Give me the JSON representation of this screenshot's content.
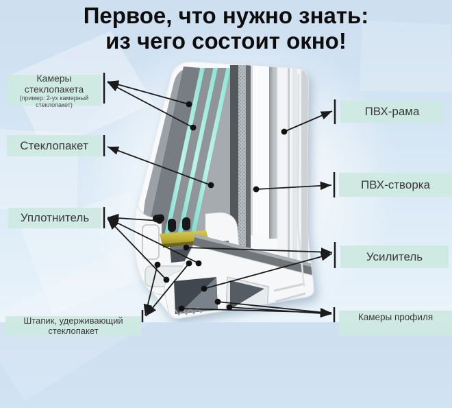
{
  "title": {
    "line1": "Первое, что нужно знать:",
    "line2": "из чего состоит окно!"
  },
  "labels": {
    "glass_chambers": {
      "text": "Камеры стеклопакета",
      "subtext": "(пример: 2-ух камерный стеклопакет)"
    },
    "glass_unit": {
      "text": "Стеклопакет"
    },
    "seal": {
      "text": "Уплотнитель"
    },
    "glazing_bead": {
      "text": "Штапик, удерживающий стеклопакет"
    },
    "pvc_frame": {
      "text": "ПВХ-рама"
    },
    "pvc_sash": {
      "text": "ПВХ-створка"
    },
    "reinforcement": {
      "text": "Усилитель"
    },
    "profile_chambers": {
      "text": "Камеры профиля"
    }
  },
  "diagram": {
    "subject": "Разрез углового сечения пластикового окна",
    "glass_pane_count": 3
  },
  "colors": {
    "background_top": "#cddff0",
    "background_bottom": "#eaf4fb",
    "label_box": "#cde8e1",
    "label_text": "#3a3a3a",
    "title_text": "#0d0d0d",
    "glass_edge_teal": "#9aeadb",
    "glass_face_gray": "#8d9297",
    "seal_yellow": "#c9ba3e",
    "steel_dark": "#454b52",
    "arrow": "#1b1b1b"
  }
}
